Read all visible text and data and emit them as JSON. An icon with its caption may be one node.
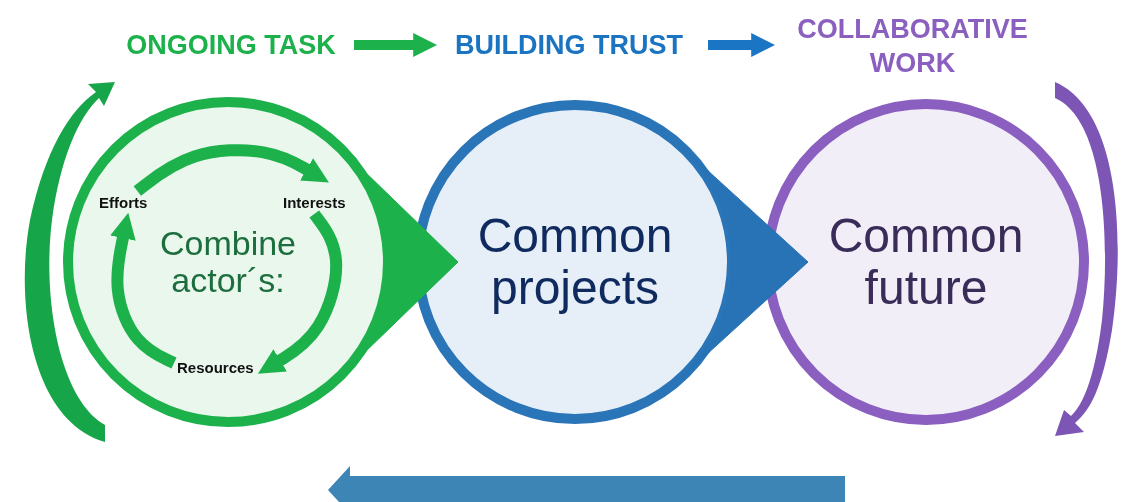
{
  "diagram": {
    "nodes": [
      {
        "text": [
          "ONGOING TASK"
        ]
      },
      {
        "text": [
          "BUILDING TRUST"
        ]
      },
      {
        "text": [
          "COLLABORATIVE WORK"
        ]
      },
      {
        "text": [
          "Combine actor´s:"
        ]
      },
      {
        "text": [
          "Interests"
        ],
        "in": 3
      },
      {
        "text": [
          "Resources"
        ],
        "in": 3
      },
      {
        "text": [
          "Efforts"
        ],
        "in": 3
      },
      {
        "text": [
          "Common projects"
        ]
      },
      {
        "text": [
          "Common future"
        ]
      }
    ],
    "edges": [
      {
        "from": 0,
        "to": 1,
        "arrow": "to"
      },
      {
        "from": 1,
        "to": 2,
        "arrow": "to",
        "color": "#1a75c4"
      },
      {
        "from": 6,
        "to": 4,
        "arrow": "to"
      },
      {
        "from": 4,
        "to": 5,
        "arrow": "to"
      },
      {
        "from": 5,
        "to": 6,
        "arrow": "to"
      },
      {
        "from": 3,
        "to": 7,
        "arrow": "to"
      },
      {
        "from": 7,
        "to": 8,
        "arrow": "to",
        "color": "#2872b6"
      }
    ]
  }
}
